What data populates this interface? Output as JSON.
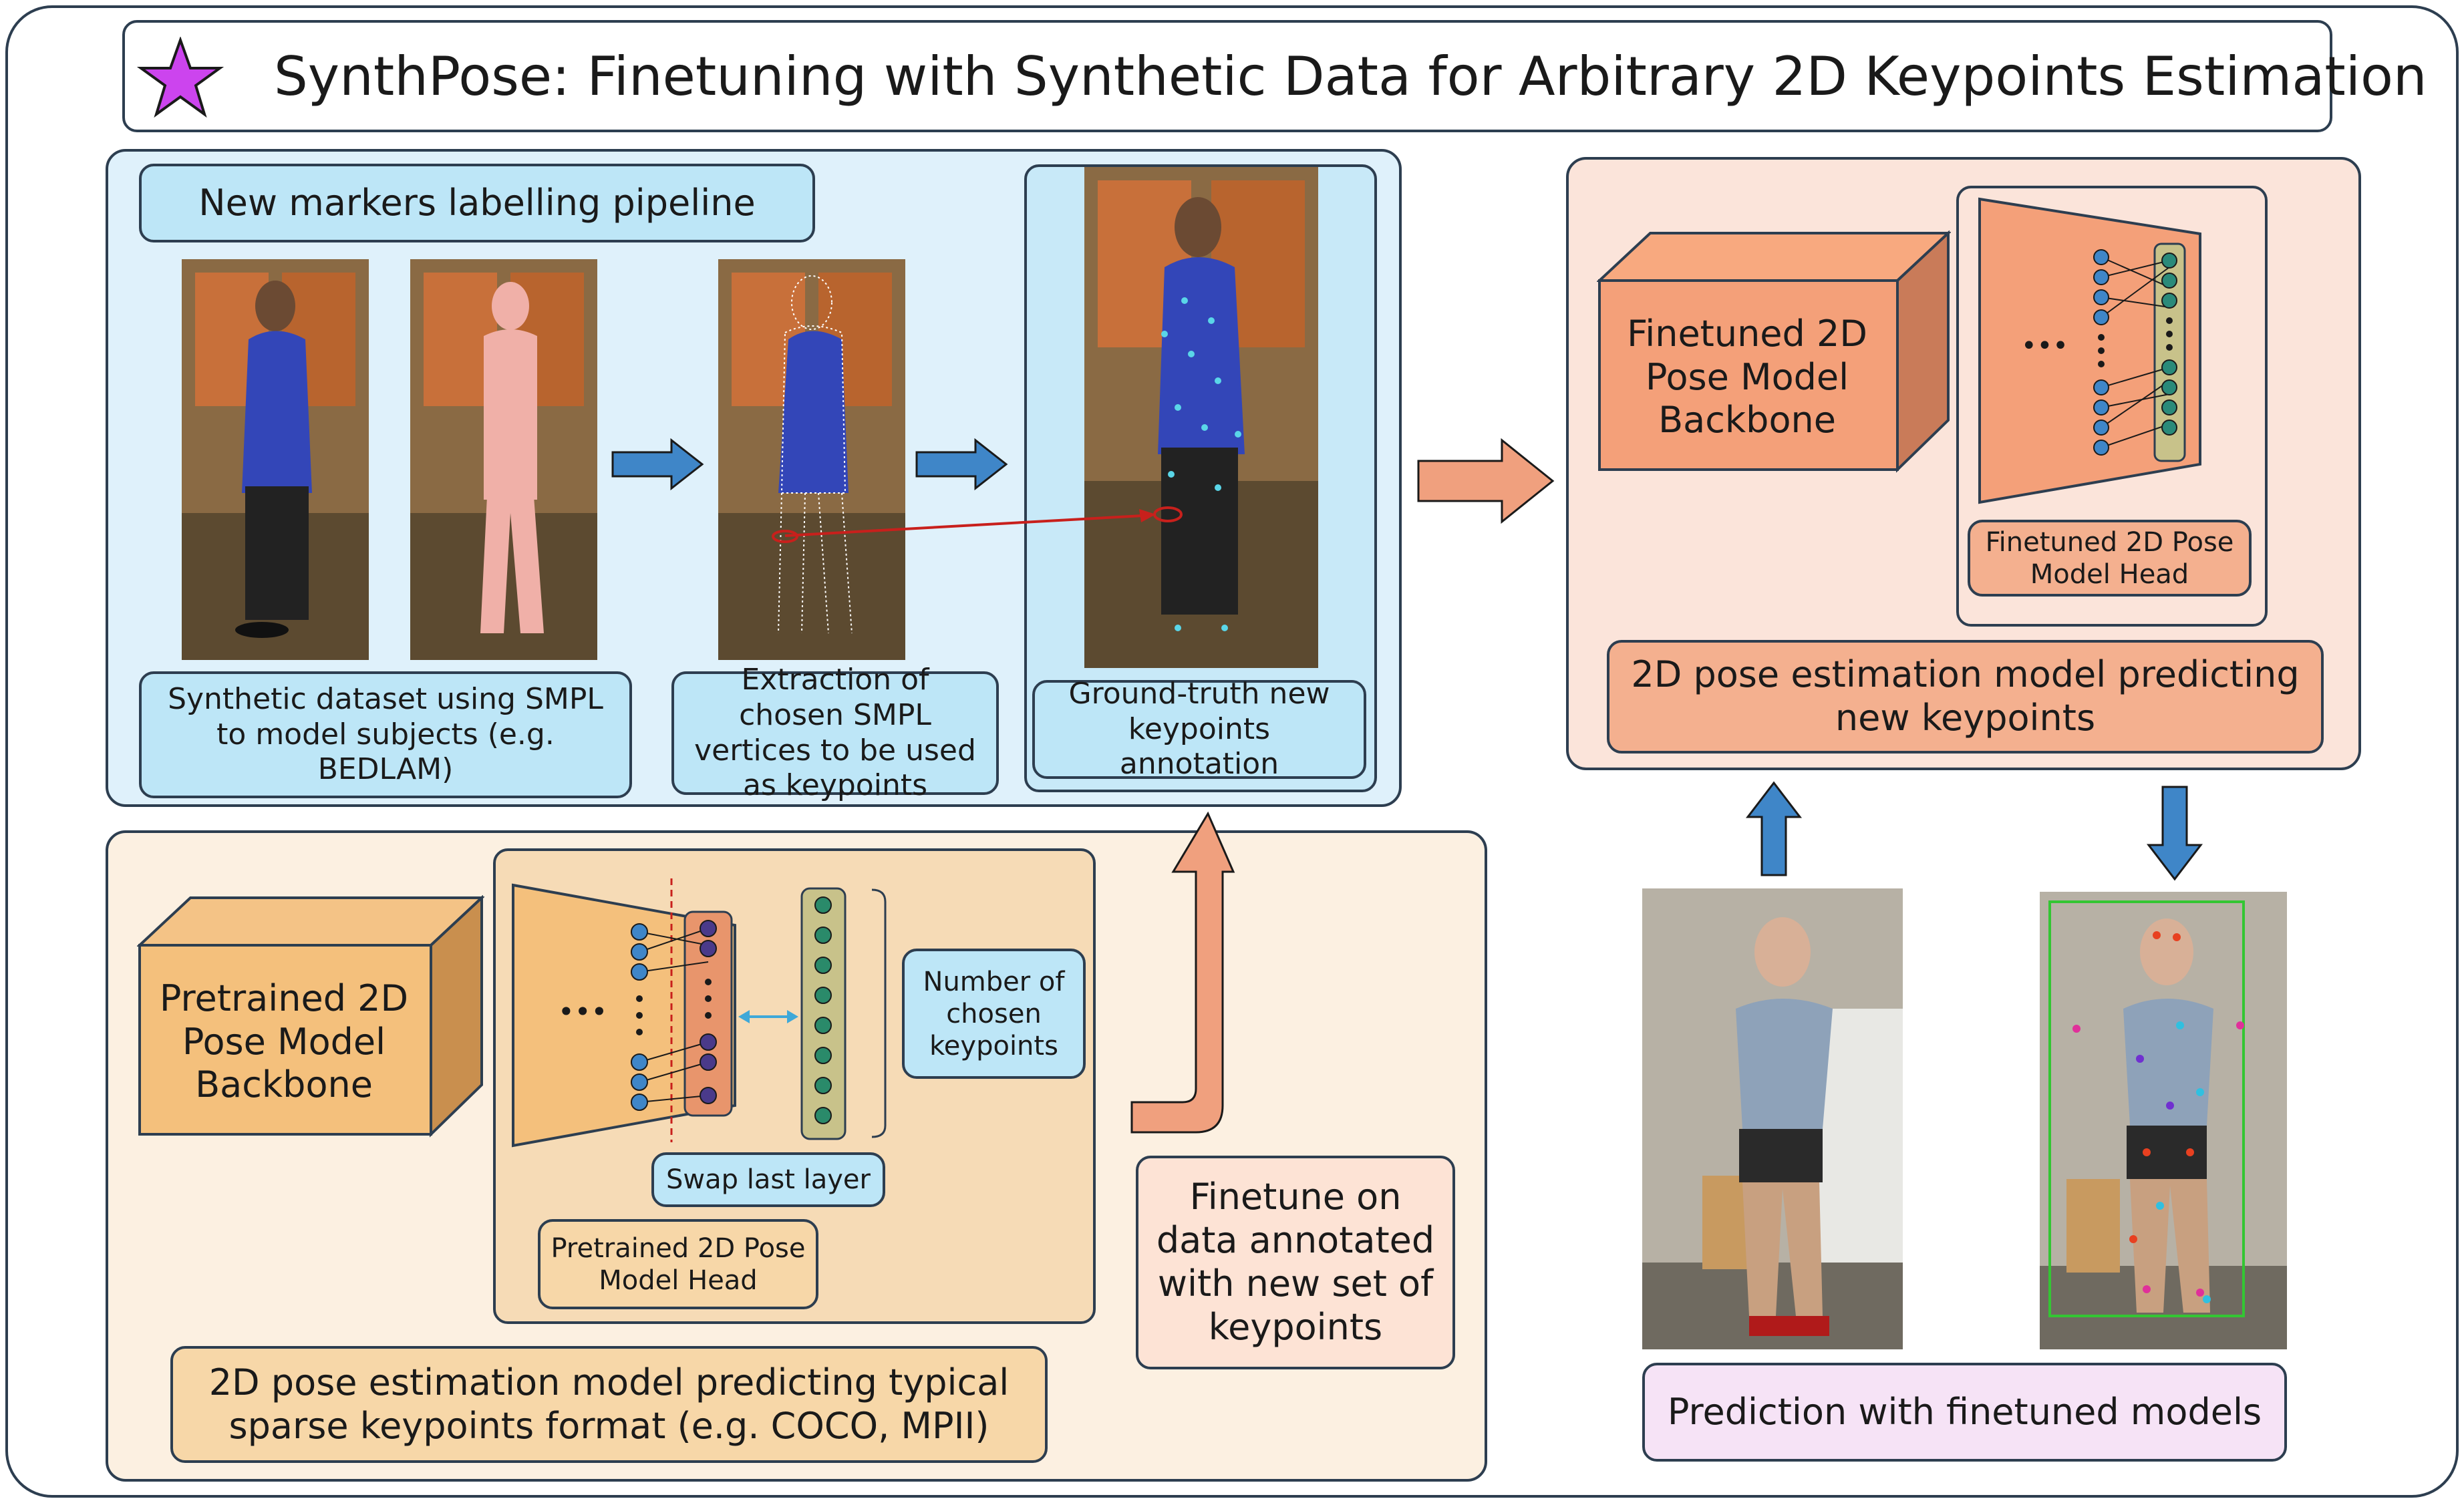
{
  "title": "SynthPose: Finetuning with Synthetic Data for Arbitrary 2D Keypoints Estimation",
  "colors": {
    "star": "#cc44ee",
    "blue_panel": "#dff1fb",
    "salmon_panel": "#fbe4da",
    "tan_panel": "#fcf0e1",
    "blue_arrow": "#3f86c8",
    "orange_arrow": "#f0a07e",
    "red_line": "#c8201c"
  },
  "pipeline": {
    "header": "New markers labelling pipeline",
    "caption_synthetic": "Synthetic dataset using SMPL to model subjects (e.g. BEDLAM)",
    "caption_extraction": "Extraction of chosen SMPL vertices to be used as keypoints",
    "caption_ground_truth": "Ground-truth new keypoints annotation"
  },
  "finetuned": {
    "backbone": "Finetuned 2D Pose Model Backbone",
    "head": "Finetuned 2D Pose Model Head",
    "ellipsis": "•••",
    "caption": "2D pose estimation model predicting new keypoints"
  },
  "pretrained": {
    "backbone": "Pretrained 2D Pose Model Backbone",
    "ellipsis": "•••",
    "num_keypoints": "Number of chosen keypoints",
    "swap": "Swap last layer",
    "head": "Pretrained 2D Pose Model Head",
    "caption": "2D pose estimation model predicting typical sparse keypoints format (e.g. COCO, MPII)"
  },
  "finetune_step": "Finetune on data annotated with new set of keypoints",
  "prediction": "Prediction with finetuned models"
}
